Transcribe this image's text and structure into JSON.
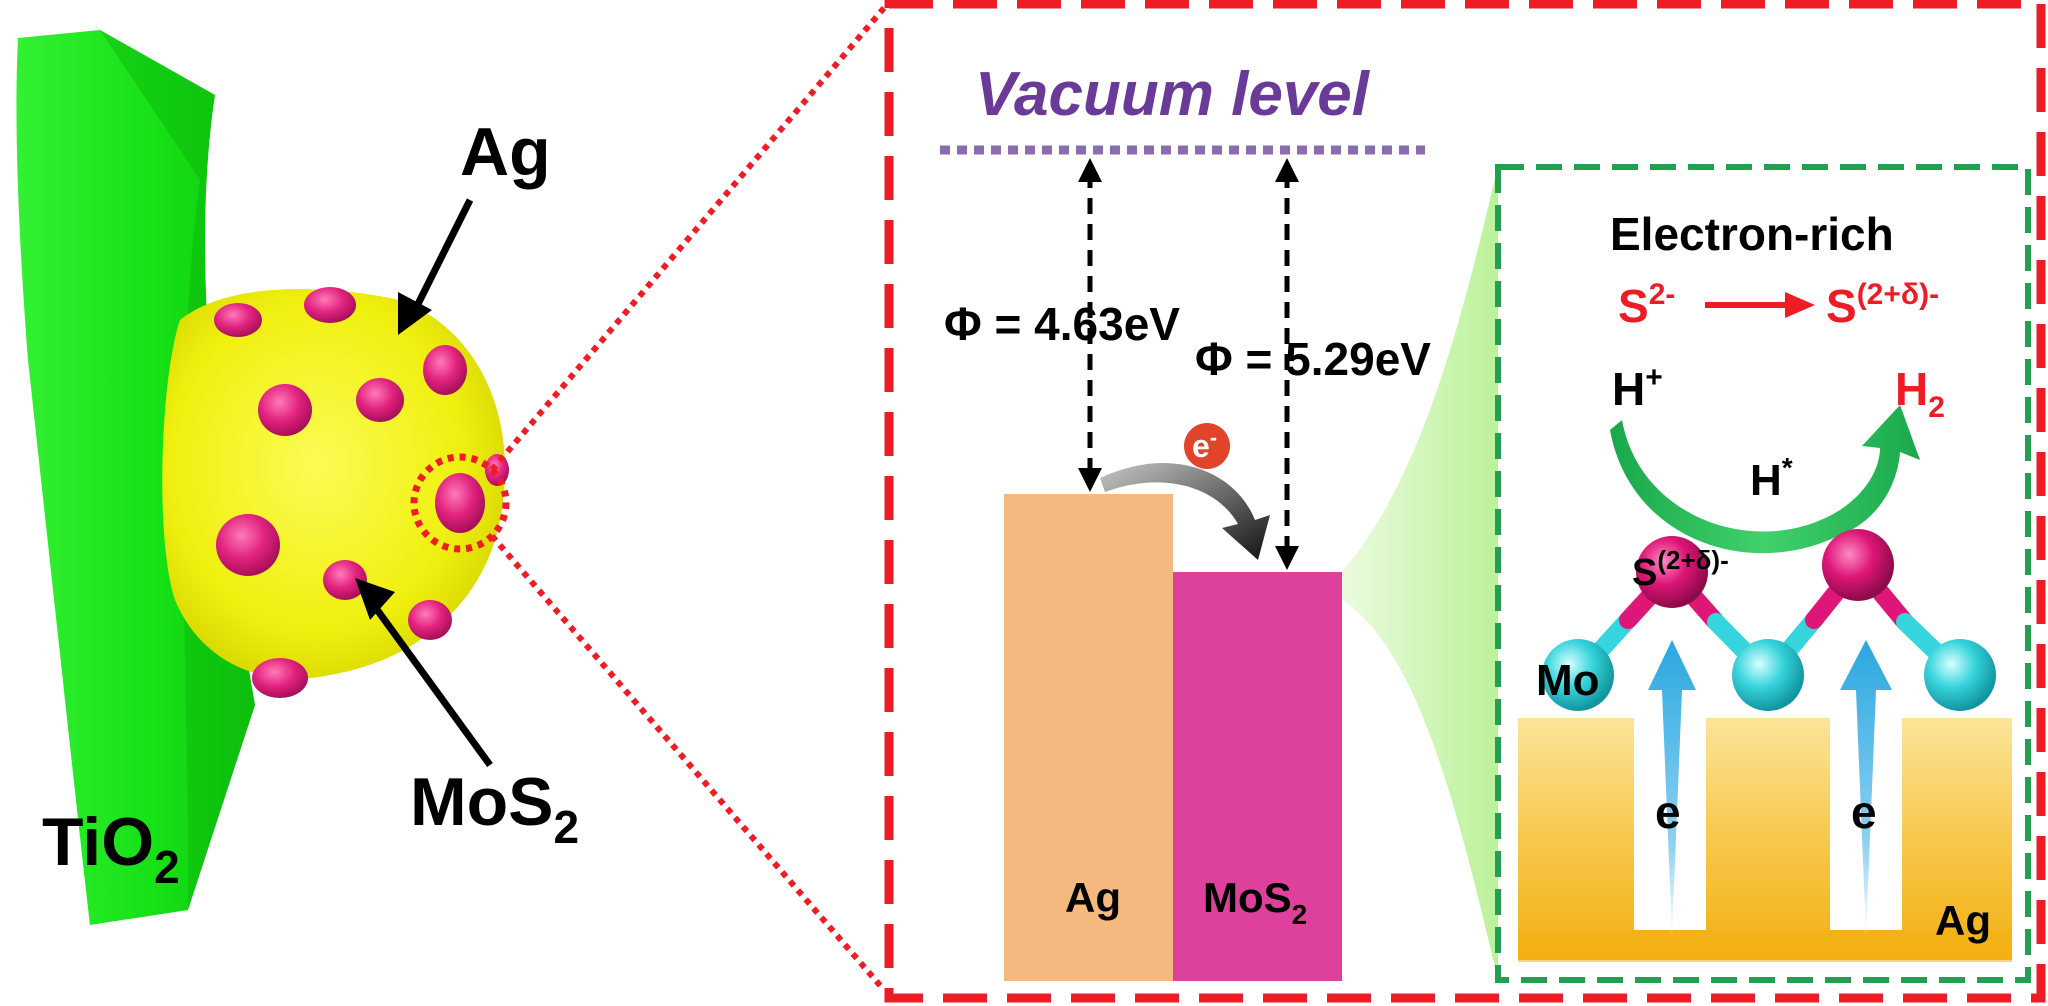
{
  "left_panel": {
    "support_label": "TiO",
    "support_sub": "2",
    "ag_label": "Ag",
    "mos2_label": "MoS",
    "mos2_sub": "2"
  },
  "energy_panel": {
    "vacuum_label": "Vacuum level",
    "phi_ag": "Φ = 4.63eV",
    "phi_mos2": "Φ = 5.29eV",
    "electron": "e",
    "electron_sup": "-",
    "bar_ag_label": "Ag",
    "bar_mos2_label": "MoS",
    "bar_mos2_sub": "2"
  },
  "mechanism_panel": {
    "title": "Electron-rich",
    "s_from": "S",
    "s_from_sup": "2-",
    "s_to": "S",
    "s_to_sup": "(2+δ)-",
    "h_plus": "H",
    "h_plus_sup": "+",
    "h2": "H",
    "h2_sub": "2",
    "h_star": "H",
    "h_star_sup": "*",
    "s_site": "S",
    "s_site_sup": "(2+δ)-",
    "mo_label": "Mo",
    "e_left": "e",
    "e_right": "e",
    "ag_label": "Ag"
  },
  "colors": {
    "tio2": "#22e622",
    "np_core": "#f2f21a",
    "ag_dots": "#e2237f",
    "frame_red": "#ee1c24",
    "frame_green": "#22a050",
    "vacuum_purple": "#6a3a98",
    "bar_ag": "#f5b87e",
    "bar_mos2": "#de419c",
    "mo_atom": "#38d6dc",
    "s_atom": "#d8146e",
    "ag_slab": "#f5bb1f",
    "e_arrow": "#2aa7e0"
  }
}
